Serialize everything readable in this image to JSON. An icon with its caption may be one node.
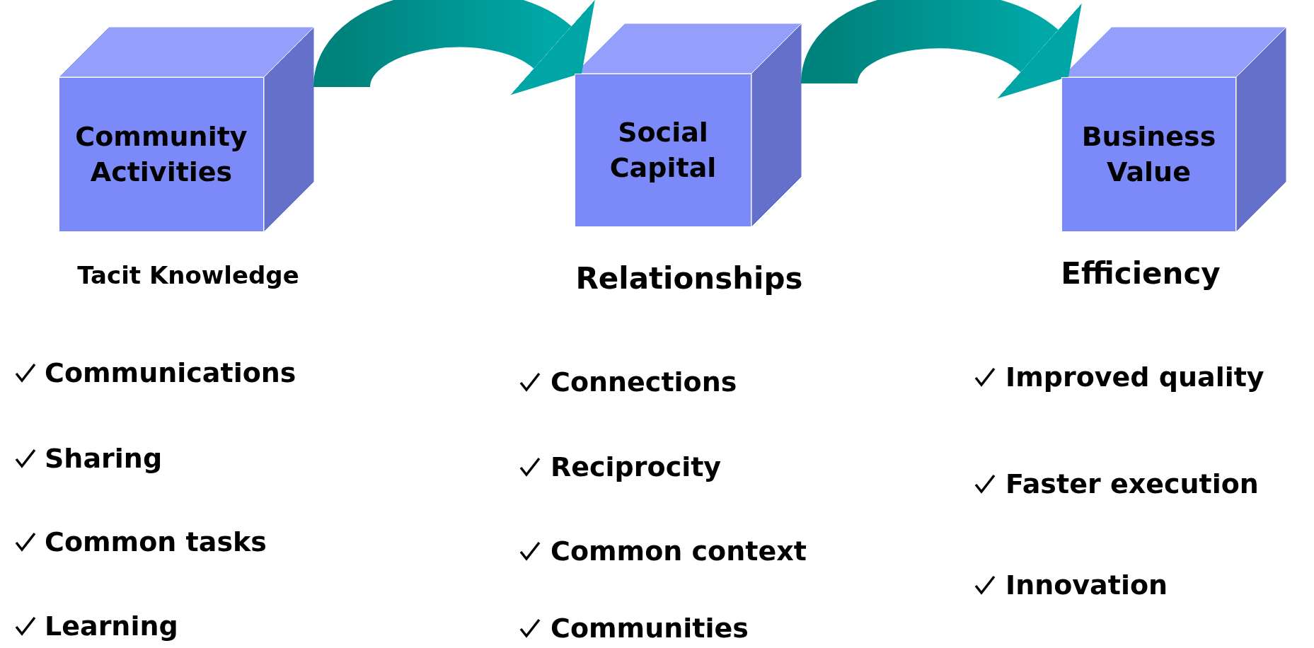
{
  "diagram": {
    "nodes": [
      {
        "text": [
          "Community Activities"
        ],
        "beside": [
          "Tacit Knowledge"
        ]
      },
      {
        "text": [
          "Social Capital"
        ],
        "beside": [
          "Relationships"
        ]
      },
      {
        "text": [
          "Business Value"
        ],
        "beside": [
          "Efficiency"
        ]
      }
    ],
    "edges": [
      {
        "from": 0,
        "to": 1,
        "arrow": "to"
      },
      {
        "from": 1,
        "to": 2,
        "arrow": "to"
      }
    ],
    "labels": [
      "Communications",
      "Sharing",
      "Common tasks",
      "Learning",
      "Connections",
      "Reciprocity",
      "Common context",
      "Communities",
      "Improved quality",
      "Faster execution",
      "Innovation"
    ]
  }
}
